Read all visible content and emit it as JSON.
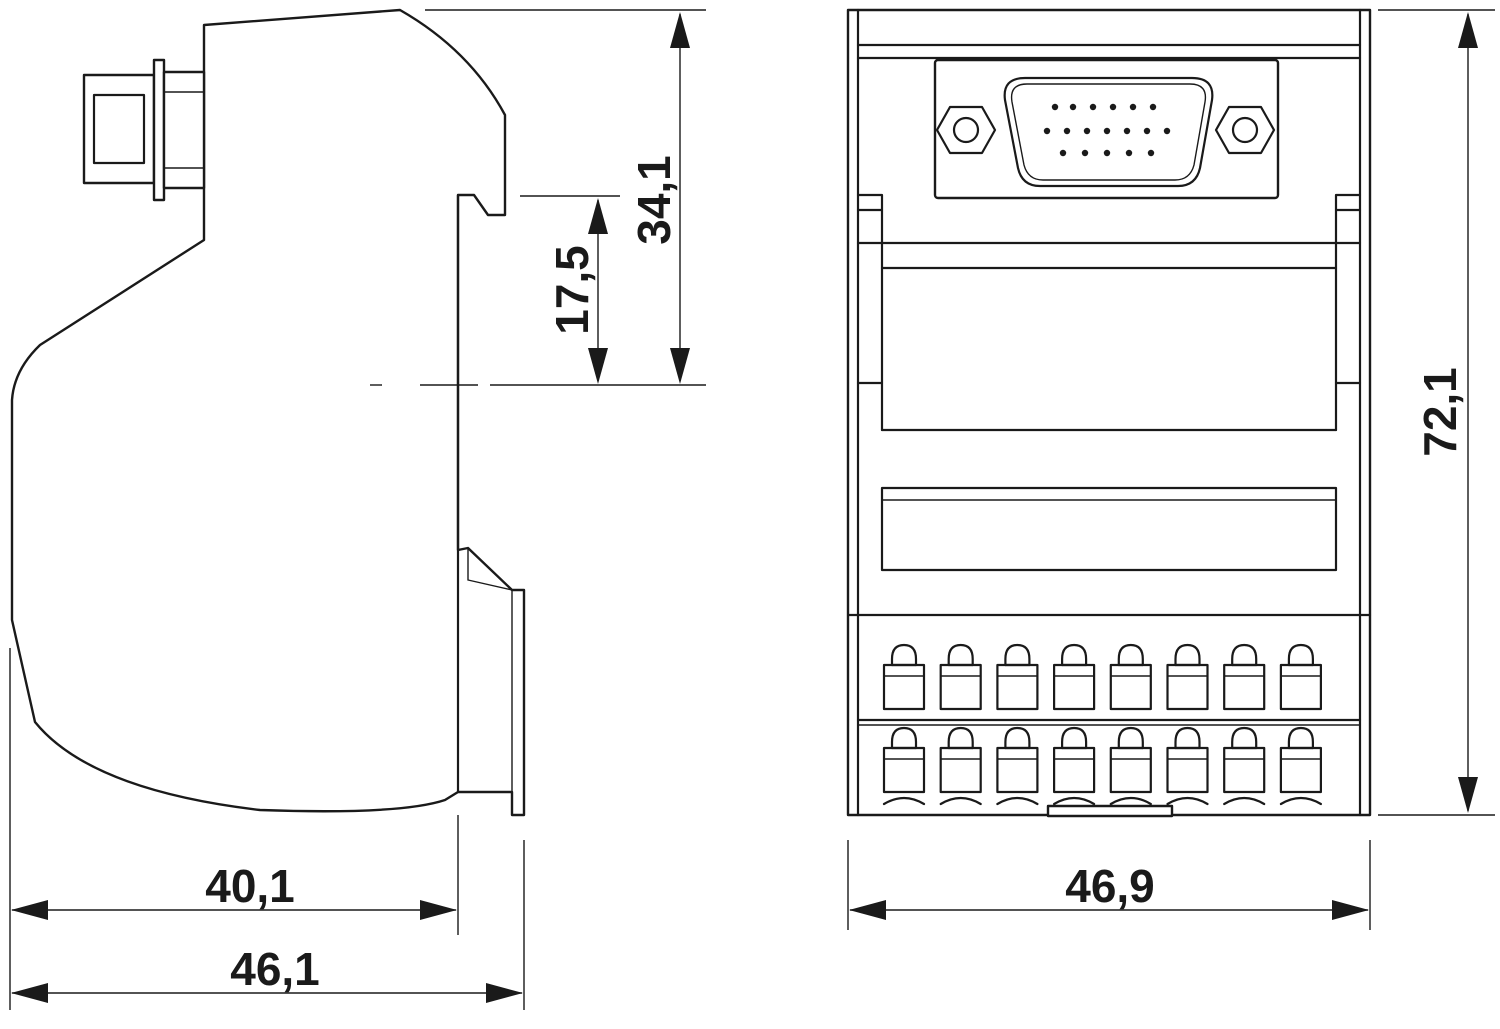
{
  "dimensions": {
    "side_depth": "40,1",
    "side_total_depth": "46,1",
    "front_width": "46,9",
    "front_height": "72,1",
    "rail_to_top": "34,1",
    "rail_to_connector": "17,5"
  },
  "front_view": {
    "connector_pins": 15,
    "terminal_rows": 2,
    "terminals_per_row": 8
  }
}
